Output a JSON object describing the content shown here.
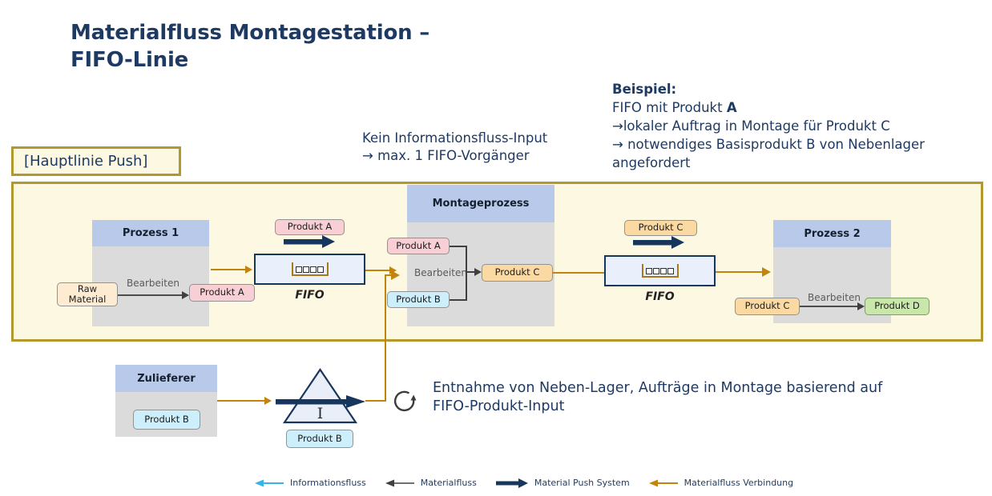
{
  "slide": {
    "title_line1": "Materialfluss Montagestation –",
    "title_line2": "FIFO-Linie"
  },
  "annotations": {
    "hauptlinie": "[Hauptlinie Push]",
    "kein_info_line1": "Kein Informationsfluss-Input",
    "kein_info_line2": "→ max. 1 FIFO-Vorgänger",
    "beispiel_heading": "Beispiel:",
    "beispiel_line1_pre": "FIFO mit Produkt ",
    "beispiel_line1_bold": "A",
    "beispiel_line2": "→lokaler Auftrag in Montage für Produkt C",
    "beispiel_line3": "→ notwendiges Basisprodukt B von Nebenlager",
    "beispiel_line4": "angefordert",
    "entnahme_line1": "Entnahme von Neben-Lager, Aufträge in Montage basierend auf",
    "entnahme_line2": "FIFO-Produkt-Input"
  },
  "prozess1": {
    "title": "Prozess 1",
    "input": "Raw Material",
    "action": "Bearbeiten",
    "output": "Produkt A"
  },
  "fifo1": {
    "flow_label": "Produkt A",
    "label": "FIFO"
  },
  "montageprozess": {
    "title": "Montageprozess",
    "input_a": "Produkt A",
    "action": "Bearbeiten",
    "input_b": "Produkt B",
    "output": "Produkt C"
  },
  "fifo2": {
    "flow_label": "Produkt C",
    "label": "FIFO"
  },
  "prozess2": {
    "title": "Prozess 2",
    "input": "Produkt C",
    "action": "Bearbeiten",
    "output": "Produkt D"
  },
  "zulieferer": {
    "title": "Zulieferer",
    "product": "Produkt B"
  },
  "lager": {
    "symbol": "I",
    "product": "Produkt B"
  },
  "legend": {
    "items": [
      {
        "label": "Informationsfluss",
        "color": "#35b4e9"
      },
      {
        "label": "Materialfluss",
        "color": "#404040"
      },
      {
        "label": "Material Push System",
        "color": "#17365d"
      },
      {
        "label": "Materialfluss Verbindung",
        "color": "#c2840c"
      }
    ]
  },
  "colors": {
    "text_navy": "#1e3a63",
    "frame_border_olive": "#b1992e",
    "frame_fill_cream": "#fdf8e2",
    "process_header_blue": "#b9c9e9",
    "process_body_gray": "#dbdbdb",
    "product_pink": "#f8cfd5",
    "product_cyan": "#cdeefb",
    "product_orange": "#fbd9a2",
    "product_green": "#c9e7aa",
    "raw_material_peach": "#fdebd2",
    "fifo_fill": "#e9effb",
    "push_arrow_navy": "#17365d",
    "material_connection_orange": "#c2840c",
    "information_cyan": "#35b4e9"
  }
}
